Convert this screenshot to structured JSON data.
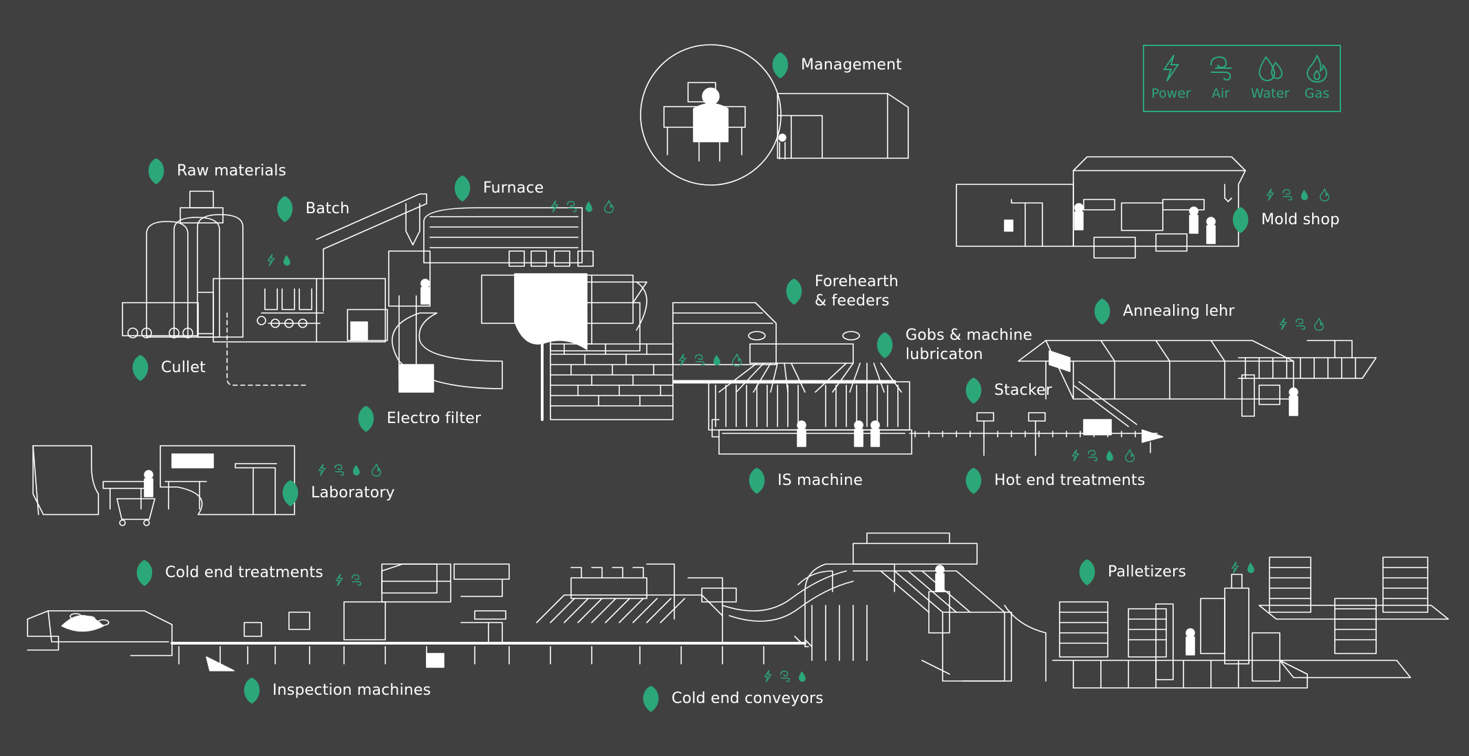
{
  "colors": {
    "background": "#404041",
    "accent": "#2ca77a",
    "line": "#ffffff"
  },
  "legend": [
    {
      "label": "Power",
      "icon": "power-icon"
    },
    {
      "label": "Air",
      "icon": "air-icon"
    },
    {
      "label": "Water",
      "icon": "water-icon"
    },
    {
      "label": "Gas",
      "icon": "gas-icon"
    }
  ],
  "labels": {
    "management": "Management",
    "raw_materials": "Raw materials",
    "batch": "Batch",
    "furnace": "Furnace",
    "cullet": "Cullet",
    "electro_filter": "Electro filter",
    "mold_shop": "Mold shop",
    "forehearth": "Forehearth\n& feeders",
    "gobs": "Gobs & machine\nlubricaton",
    "annealing": "Annealing lehr",
    "stacker": "Stacker",
    "is_machine": "IS machine",
    "hot_end": "Hot end treatments",
    "laboratory": "Laboratory",
    "cold_end_treatments": "Cold end treatments",
    "palletizers": "Palletizers",
    "inspection": "Inspection machines",
    "cold_end_conveyors": "Cold end conveyors"
  }
}
